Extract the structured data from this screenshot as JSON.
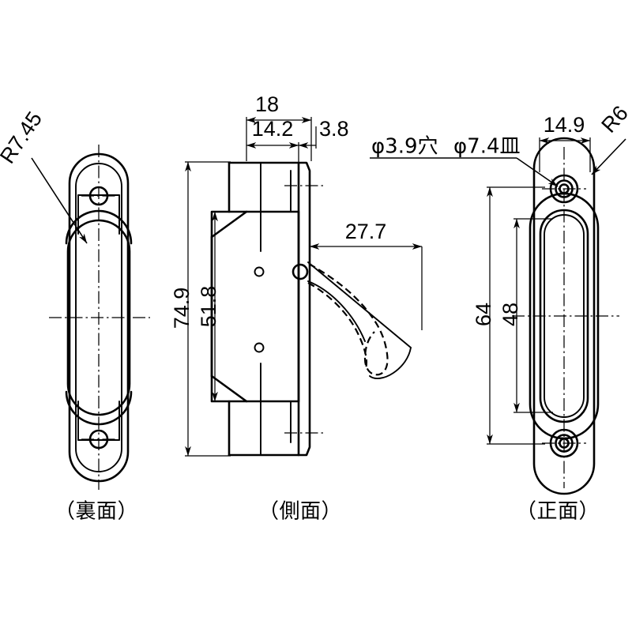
{
  "drawing": {
    "type": "mechanical-technical-drawing",
    "subject": "flush pull handle / recessed latch hardware",
    "units": "mm",
    "background_color": "#ffffff",
    "line_color": "#000000"
  },
  "views": [
    {
      "id": "back",
      "label": "（裏面）",
      "label_en": "back view",
      "position": "left"
    },
    {
      "id": "side",
      "label": "（側面）",
      "label_en": "side view",
      "position": "center"
    },
    {
      "id": "front",
      "label": "（正面）",
      "label_en": "front view",
      "position": "right"
    }
  ],
  "dimensions": {
    "back": {
      "radius_note": "R7.45"
    },
    "side": {
      "overall_width": "18",
      "body_width": "14.2",
      "plate_thickness": "3.8",
      "overall_height": "74.9",
      "body_height": "51.8",
      "hook_projection": "27.7"
    },
    "front": {
      "hole_note": "φ3.9穴",
      "countersink_note": "φ7.4皿",
      "plate_width": "14.9",
      "corner_radius": "R6",
      "overall_height": "64",
      "opening_height": "48"
    }
  },
  "notes": [
    "R7.45",
    "18",
    "14.2",
    "3.8",
    "74.9",
    "51.8",
    "27.7",
    "φ3.9穴",
    "φ7.4皿",
    "14.9",
    "R6",
    "64",
    "48"
  ]
}
